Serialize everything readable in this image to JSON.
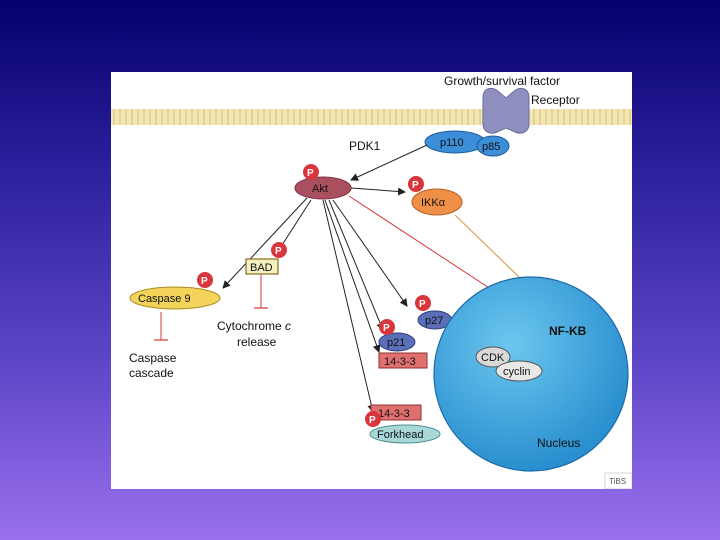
{
  "diagram": {
    "growth_factor": "Growth/survival factor",
    "receptor": "Receptor",
    "p110": "p110",
    "p85": "p85",
    "pdk1": "PDK1",
    "akt": "Akt",
    "ikka": "IKKα",
    "bad": "BAD",
    "caspase9": "Caspase 9",
    "caspase_cascade_line1": "Caspase",
    "caspase_cascade_line2": "cascade",
    "cytochrome_line1": "Cytochrome",
    "cytochrome_italic": "c",
    "cytochrome_line2": "release",
    "p27": "p27",
    "p21": "p21",
    "protein_1433_a": "14-3-3",
    "protein_1433_b": "14-3-3",
    "forkhead": "Forkhead",
    "nfkb": "NF-KB",
    "cdk": "CDK",
    "cyclin": "cyclin",
    "nucleus": "Nucleus",
    "phospho": "P",
    "credit": "TiBS"
  }
}
